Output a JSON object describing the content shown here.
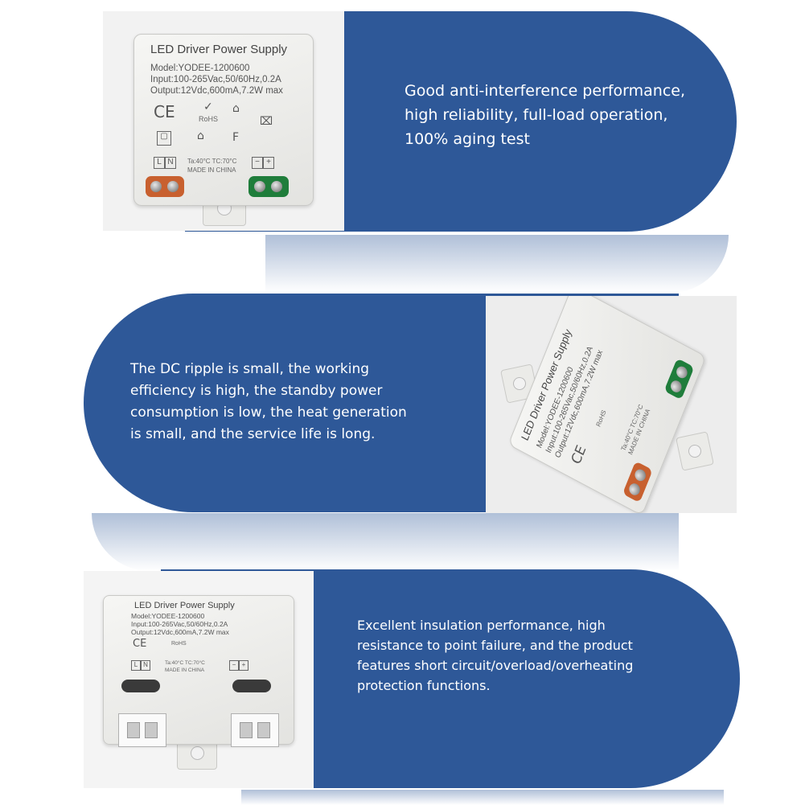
{
  "product": {
    "label_title": "LED Driver Power Supply",
    "model": "Model:YODEE-1200600",
    "input": "Input:100-265Vac,50/60Hz,0.2A",
    "output": "Output:12Vdc,600mA,7.2W max",
    "rohs": "RoHS",
    "temp": "Ta:40°C  TC:70°C",
    "made_in": "MADE IN CHINA",
    "ce": "CE",
    "terminal_l": "L",
    "terminal_n": "N",
    "terminal_minus": "−",
    "terminal_plus": "+",
    "f_mark": "F"
  },
  "features": [
    {
      "lines": [
        "Good anti-interference performance,",
        " high reliability, full-load operation,",
        "100% aging test"
      ]
    },
    {
      "lines": [
        "The DC ripple is small, the working",
        "efficiency is high, the standby power",
        "consumption is low, the heat generation",
        "is small, and the service life is long."
      ]
    },
    {
      "lines": [
        "Excellent insulation performance, high",
        "resistance to point failure, and the product",
        "features short circuit/overload/overheating",
        "protection functions."
      ]
    }
  ],
  "colors": {
    "pill_blue": "#2e5898",
    "text": "#ffffff",
    "background": "#ffffff"
  }
}
